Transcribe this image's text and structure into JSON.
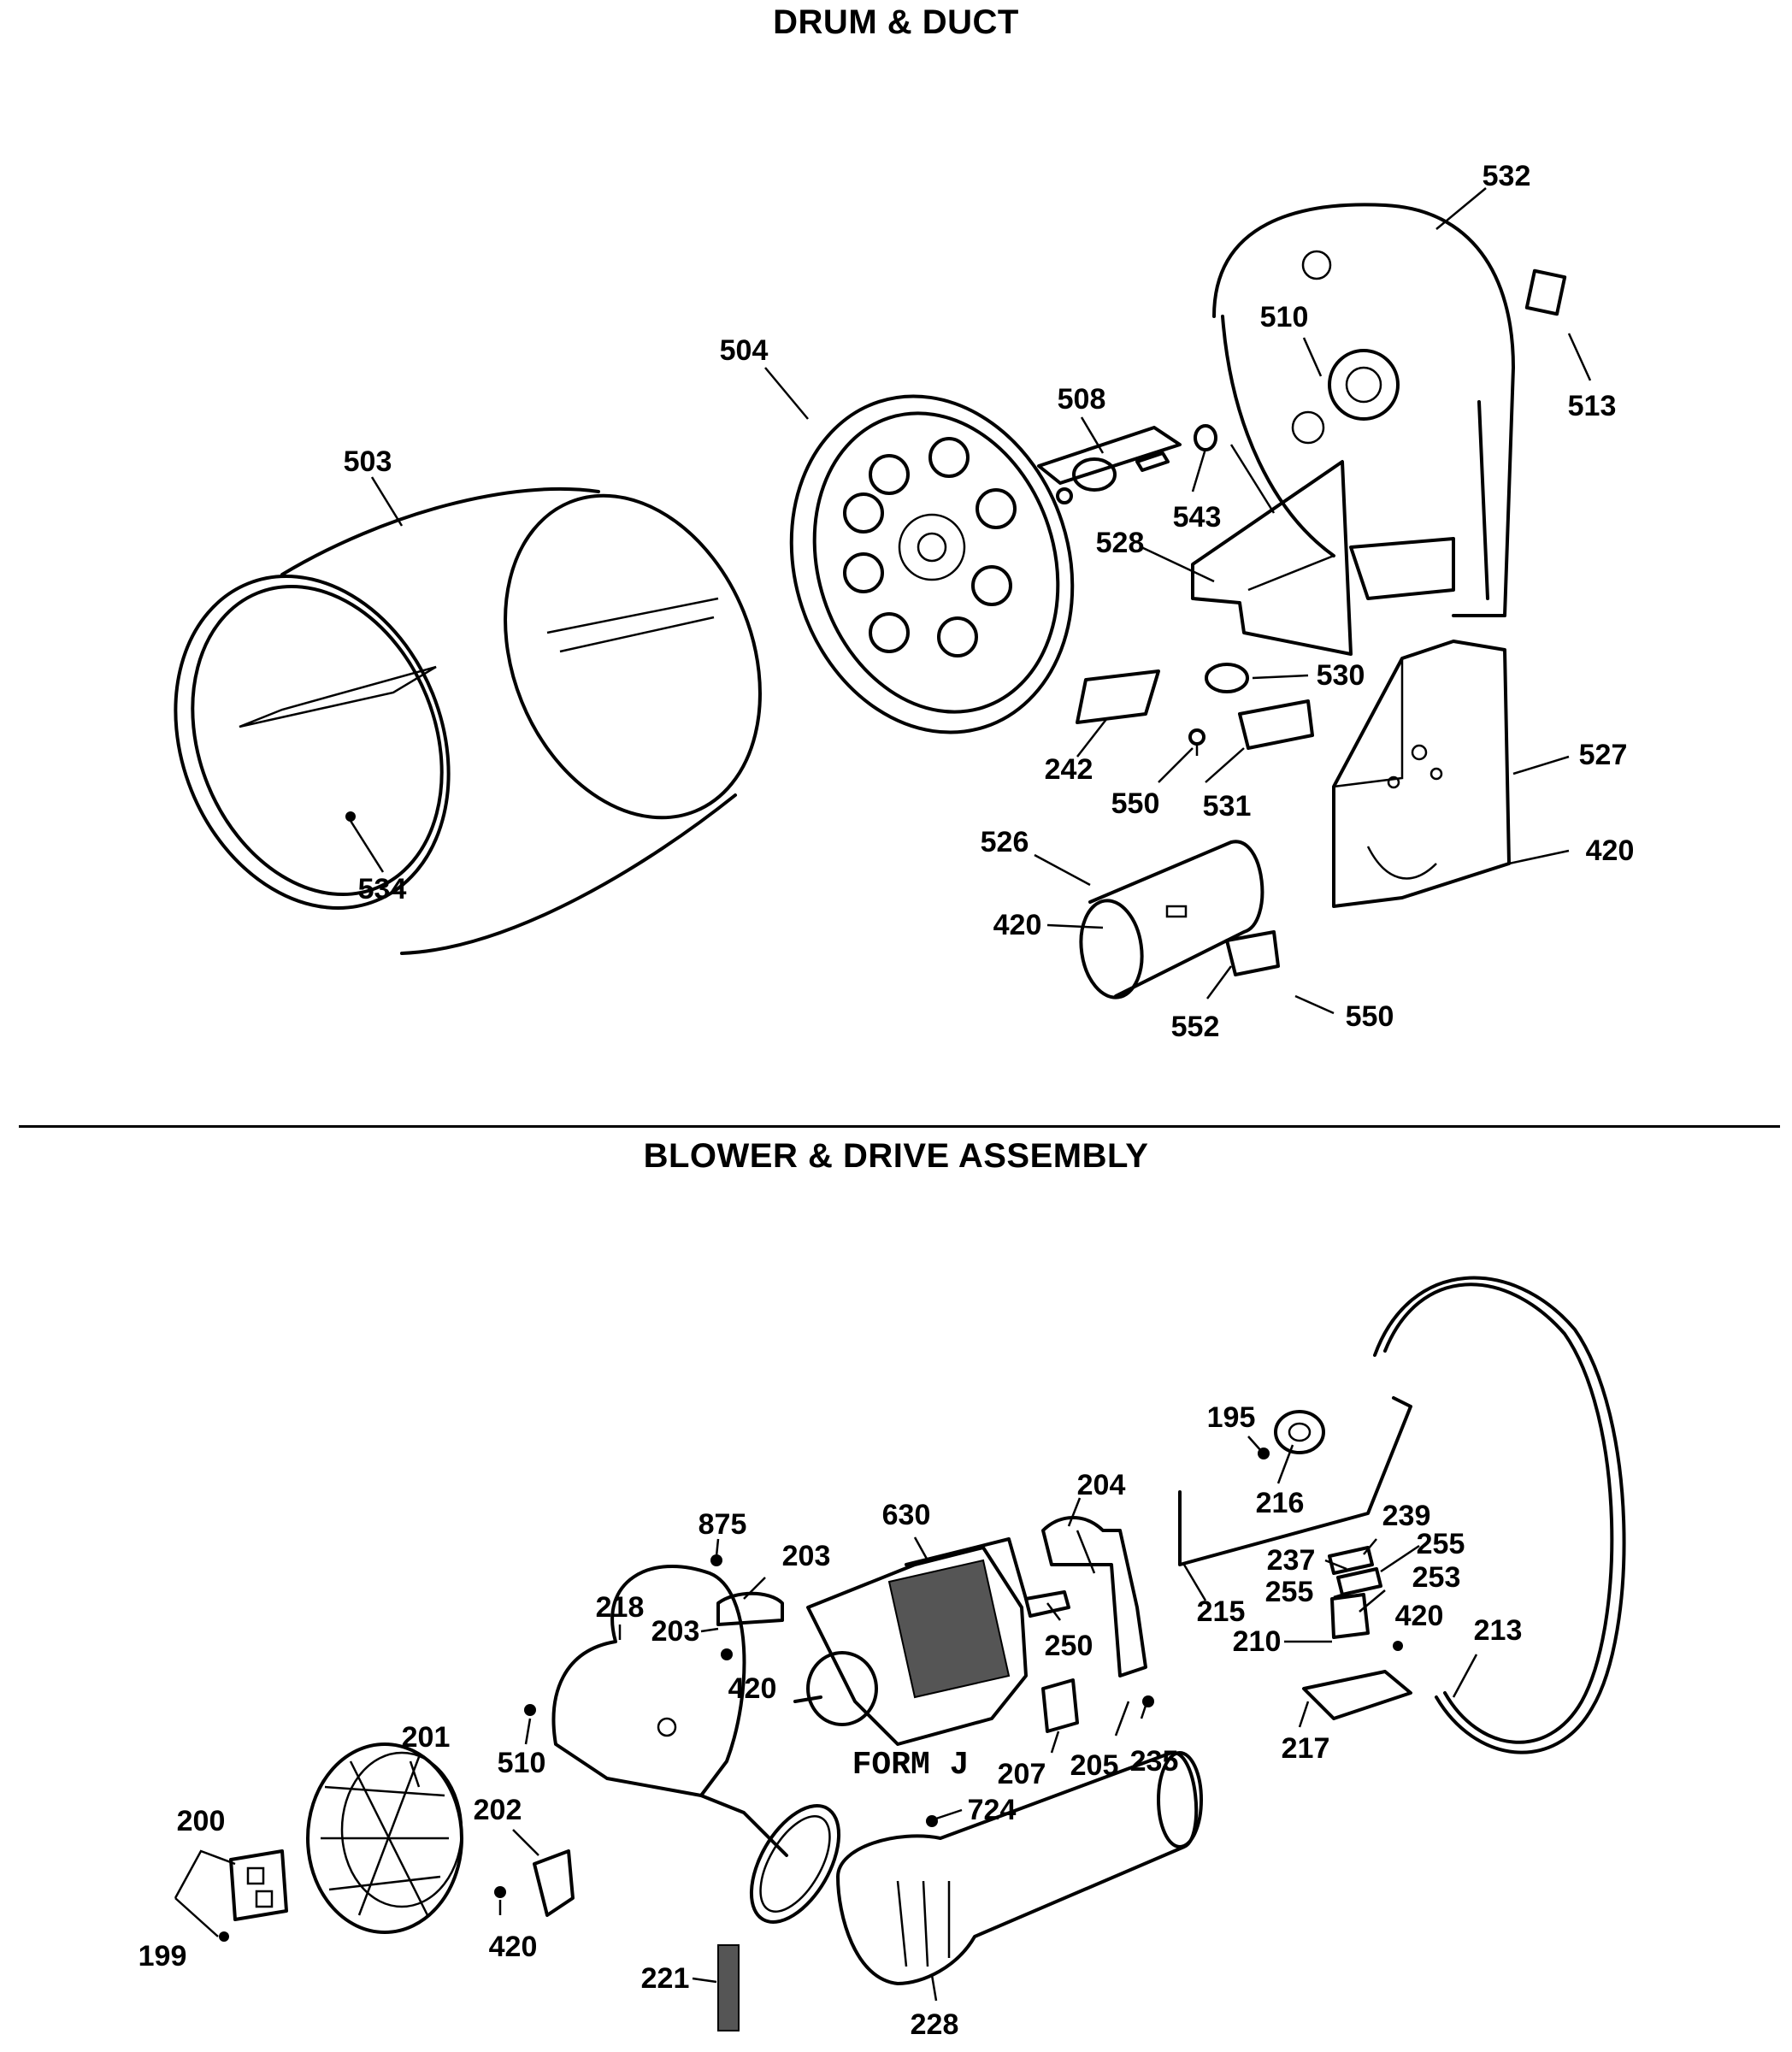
{
  "sections": [
    {
      "title": "DRUM & DUCT"
    },
    {
      "title": "BLOWER & DRIVE ASSEMBLY"
    }
  ],
  "form_label": "FORM J",
  "callouts": [
    {
      "id": "532",
      "text": "532"
    },
    {
      "id": "510a",
      "text": "510"
    },
    {
      "id": "513",
      "text": "513"
    },
    {
      "id": "504",
      "text": "504"
    },
    {
      "id": "508",
      "text": "508"
    },
    {
      "id": "503",
      "text": "503"
    },
    {
      "id": "543",
      "text": "543"
    },
    {
      "id": "528",
      "text": "528"
    },
    {
      "id": "530",
      "text": "530"
    },
    {
      "id": "242",
      "text": "242"
    },
    {
      "id": "550a",
      "text": "550"
    },
    {
      "id": "531",
      "text": "531"
    },
    {
      "id": "527",
      "text": "527"
    },
    {
      "id": "420a",
      "text": "420"
    },
    {
      "id": "526",
      "text": "526"
    },
    {
      "id": "420b",
      "text": "420"
    },
    {
      "id": "534",
      "text": "534"
    },
    {
      "id": "552",
      "text": "552"
    },
    {
      "id": "550b",
      "text": "550"
    },
    {
      "id": "195",
      "text": "195"
    },
    {
      "id": "216",
      "text": "216"
    },
    {
      "id": "204",
      "text": "204"
    },
    {
      "id": "239",
      "text": "239"
    },
    {
      "id": "255a",
      "text": "255"
    },
    {
      "id": "237",
      "text": "237"
    },
    {
      "id": "255b",
      "text": "255"
    },
    {
      "id": "253",
      "text": "253"
    },
    {
      "id": "875",
      "text": "875"
    },
    {
      "id": "630",
      "text": "630"
    },
    {
      "id": "203a",
      "text": "203"
    },
    {
      "id": "215",
      "text": "215"
    },
    {
      "id": "210",
      "text": "210"
    },
    {
      "id": "420c",
      "text": "420"
    },
    {
      "id": "213",
      "text": "213"
    },
    {
      "id": "218",
      "text": "218"
    },
    {
      "id": "203b",
      "text": "203"
    },
    {
      "id": "250",
      "text": "250"
    },
    {
      "id": "420d",
      "text": "420"
    },
    {
      "id": "217",
      "text": "217"
    },
    {
      "id": "201",
      "text": "201"
    },
    {
      "id": "510b",
      "text": "510"
    },
    {
      "id": "207",
      "text": "207"
    },
    {
      "id": "205",
      "text": "205"
    },
    {
      "id": "235",
      "text": "235"
    },
    {
      "id": "200",
      "text": "200"
    },
    {
      "id": "202",
      "text": "202"
    },
    {
      "id": "724",
      "text": "724"
    },
    {
      "id": "199",
      "text": "199"
    },
    {
      "id": "420e",
      "text": "420"
    },
    {
      "id": "221",
      "text": "221"
    },
    {
      "id": "228",
      "text": "228"
    }
  ]
}
